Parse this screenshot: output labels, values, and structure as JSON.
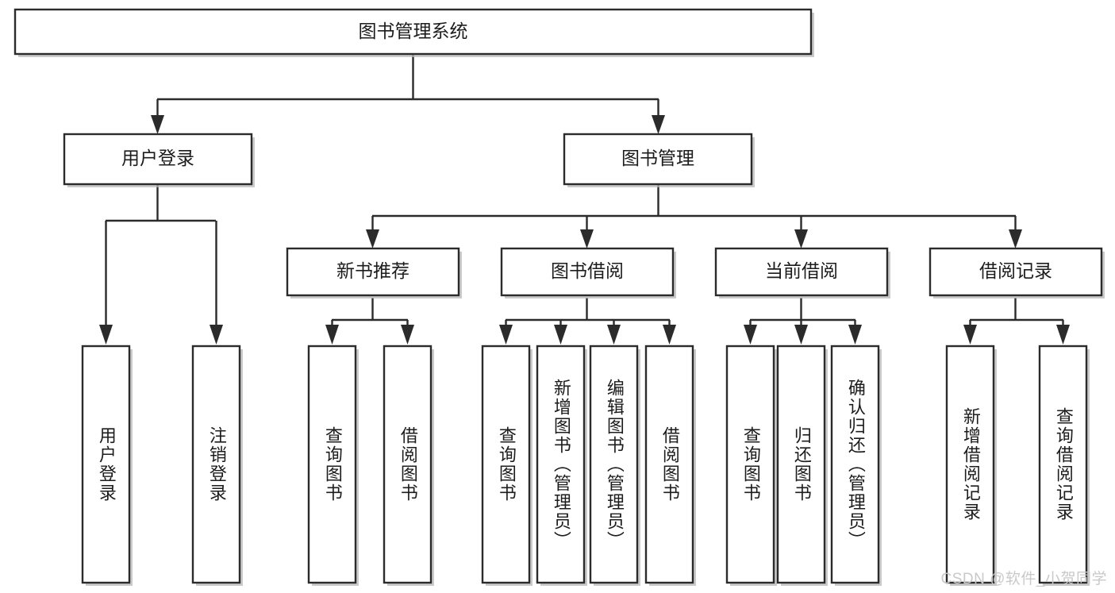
{
  "diagram": {
    "title": "图书管理系统",
    "watermark": "CSDN @软件_小贺同学",
    "colors": {
      "stroke": "#2b2b2b",
      "box_fill": "#ffffff",
      "text": "#1c1c1c",
      "shadow": "#b8b8b8",
      "watermark": "#c9c9c9",
      "background": "#ffffff"
    },
    "root": {
      "label": "图书管理系统"
    },
    "level2": [
      {
        "label": "用户登录"
      },
      {
        "label": "图书管理"
      }
    ],
    "level3": [
      {
        "label": "新书推荐"
      },
      {
        "label": "图书借阅"
      },
      {
        "label": "当前借阅"
      },
      {
        "label": "借阅记录"
      }
    ],
    "leaves": {
      "user_login": [
        {
          "label": "用户登录"
        },
        {
          "label": "注销登录"
        }
      ],
      "new_book_recommend": [
        {
          "label": "查询图书"
        },
        {
          "label": "借阅图书"
        }
      ],
      "book_borrow": [
        {
          "label": "查询图书"
        },
        {
          "label": "新增图书（管理员）"
        },
        {
          "label": "编辑图书（管理员）"
        },
        {
          "label": "借阅图书"
        }
      ],
      "current_borrow": [
        {
          "label": "查询图书"
        },
        {
          "label": "归还图书"
        },
        {
          "label": "确认归还（管理员）"
        }
      ],
      "borrow_record": [
        {
          "label": "新增借阅记录"
        },
        {
          "label": "查询借阅记录"
        }
      ]
    }
  }
}
